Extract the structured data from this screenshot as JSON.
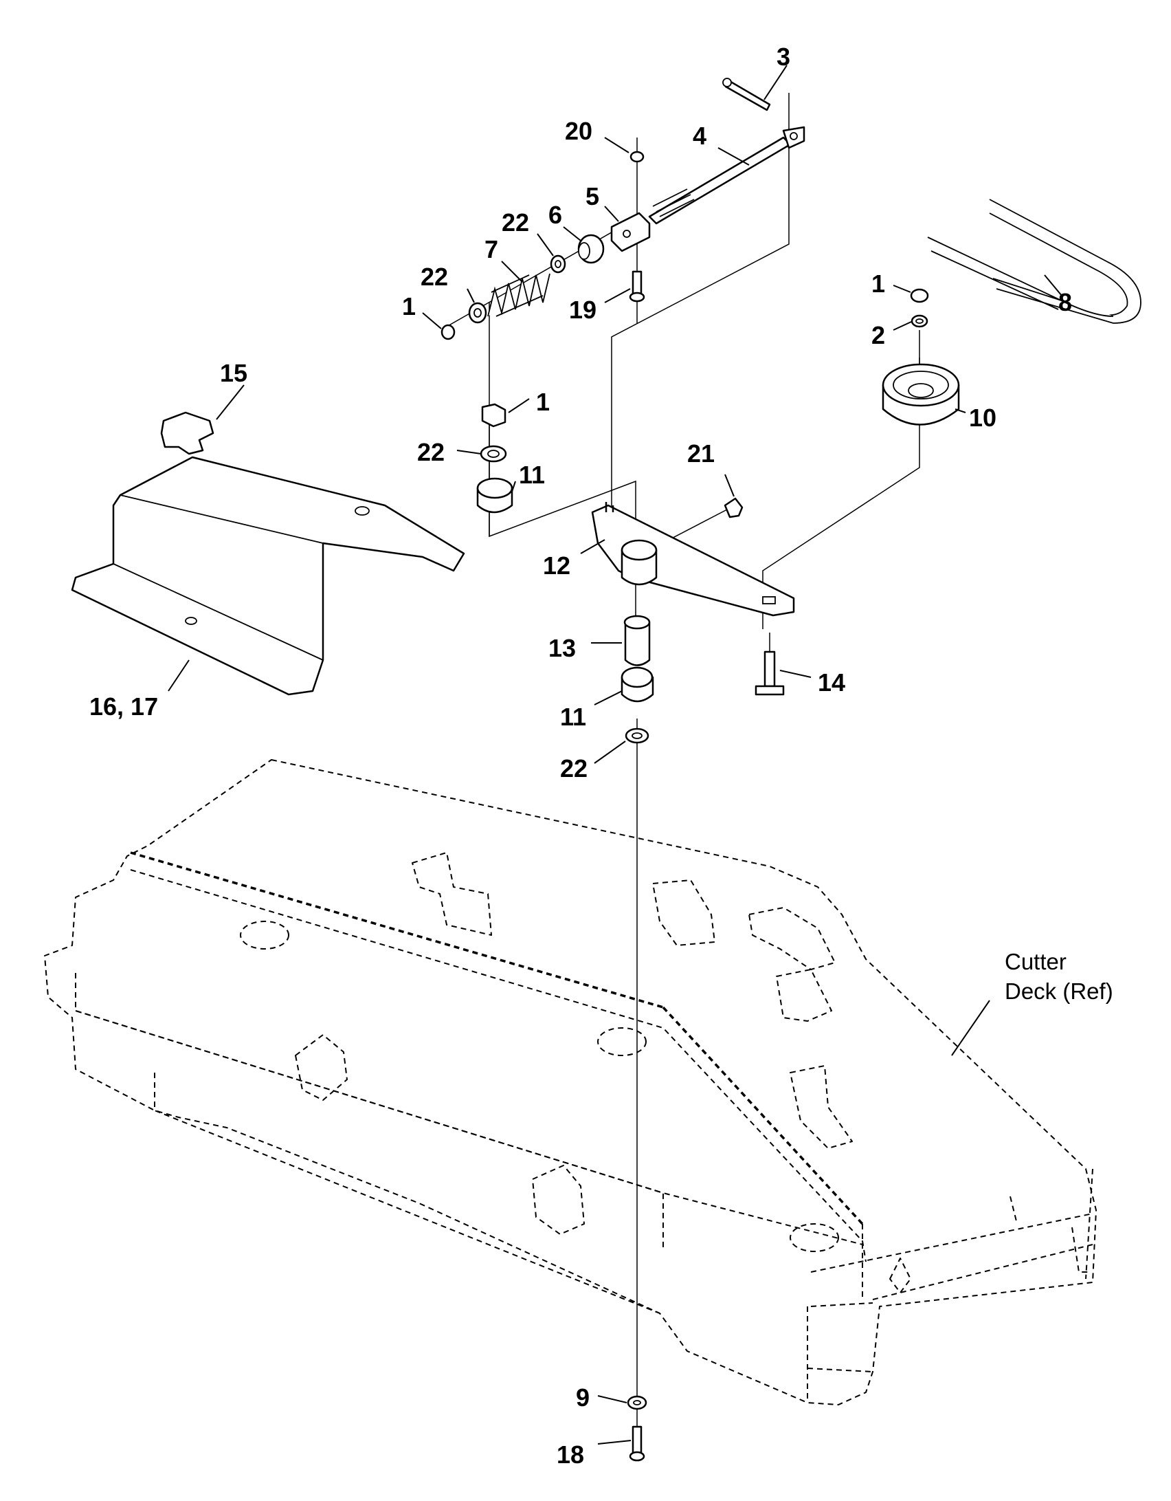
{
  "callouts": [
    {
      "id": "c3",
      "text": "3"
    },
    {
      "id": "c4",
      "text": "4"
    },
    {
      "id": "c20",
      "text": "20"
    },
    {
      "id": "c5",
      "text": "5"
    },
    {
      "id": "c6",
      "text": "6"
    },
    {
      "id": "c22a",
      "text": "22"
    },
    {
      "id": "c7",
      "text": "7"
    },
    {
      "id": "c22b",
      "text": "22"
    },
    {
      "id": "c1a",
      "text": "1"
    },
    {
      "id": "c19",
      "text": "19"
    },
    {
      "id": "c8",
      "text": "8"
    },
    {
      "id": "c1b",
      "text": "1"
    },
    {
      "id": "c2",
      "text": "2"
    },
    {
      "id": "c10",
      "text": "10"
    },
    {
      "id": "c15",
      "text": "15"
    },
    {
      "id": "c1c",
      "text": "1"
    },
    {
      "id": "c22c",
      "text": "22"
    },
    {
      "id": "c11a",
      "text": "11"
    },
    {
      "id": "c21",
      "text": "21"
    },
    {
      "id": "c12",
      "text": "12"
    },
    {
      "id": "c13",
      "text": "13"
    },
    {
      "id": "c14",
      "text": "14"
    },
    {
      "id": "c11b",
      "text": "11"
    },
    {
      "id": "c1617",
      "text": "16, 17"
    },
    {
      "id": "c22d",
      "text": "22"
    },
    {
      "id": "c9",
      "text": "9"
    },
    {
      "id": "c18",
      "text": "18"
    }
  ],
  "reference_label": {
    "line1": "Cutter",
    "line2": "Deck (Ref)"
  }
}
